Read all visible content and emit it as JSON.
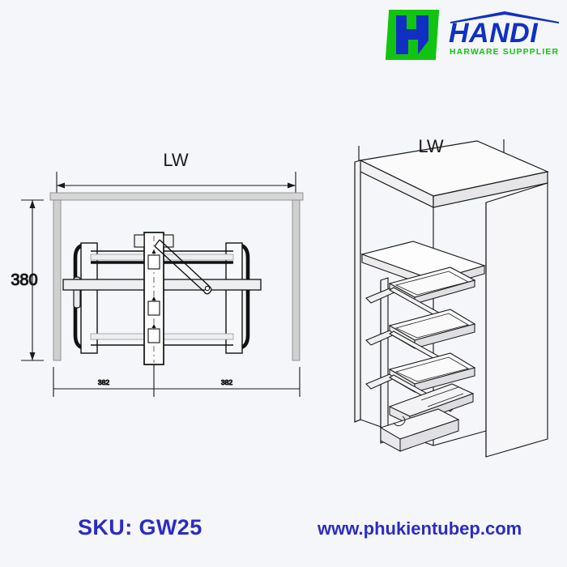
{
  "brand": {
    "logo_mark_name": "handi-h-monogram",
    "wordmark": "HANDI",
    "tagline": "HARWARE SUPPPLIER",
    "green": "#12c412",
    "blue": "#1030c4"
  },
  "footer": {
    "sku": "SKU: GW25",
    "url": "www.phukientubep.com",
    "text_color": "#2b2bc4"
  },
  "drawings": {
    "plan_view": {
      "title": "plan-view-swing-tray-mechanism",
      "width_label": "LW",
      "height_label": "380",
      "segment_left_label": "382",
      "segment_right_label": "382"
    },
    "iso_view": {
      "title": "isometric-cabinet-pullout-trays",
      "width_label": "LW",
      "tray_count": 3
    }
  },
  "page": {
    "background": "#f4f6f9",
    "line_color": "#1a1a1a"
  }
}
